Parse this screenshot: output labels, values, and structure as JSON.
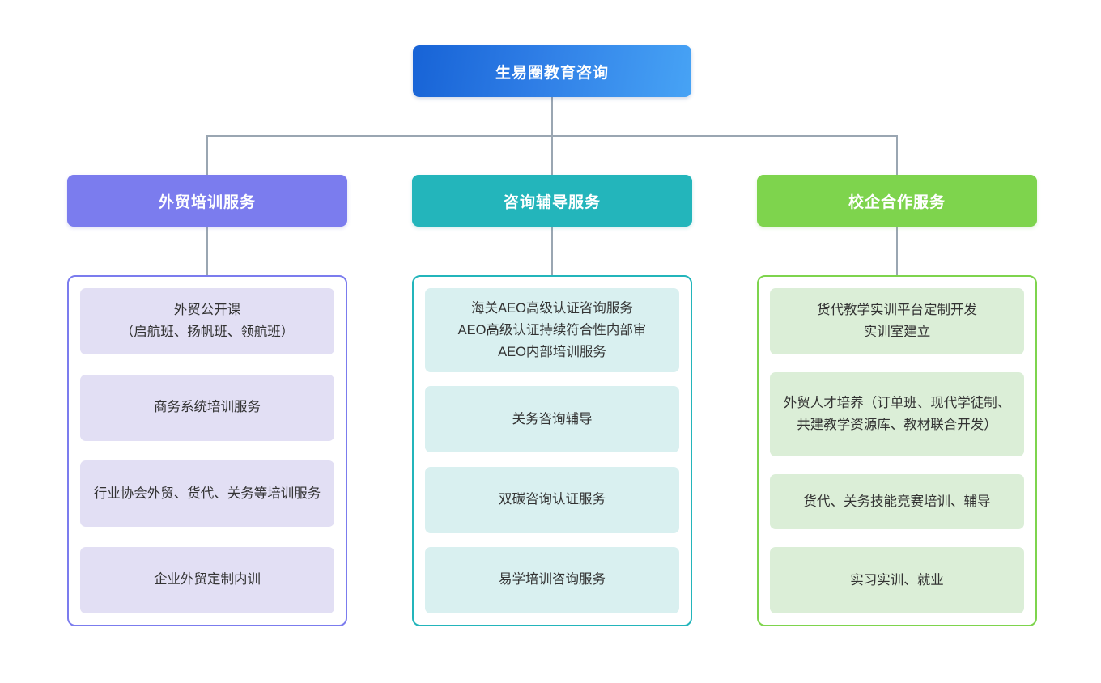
{
  "diagram": {
    "type": "org-chart",
    "orientation": "top-down",
    "levels": 3,
    "root": {
      "label": "生易圈教育咨询",
      "color": "#2f7ee6"
    },
    "connector_color": "#9aa6b2",
    "branches": [
      {
        "id": "branch-a",
        "label": "外贸培训服务",
        "header_color": "#7b7cee",
        "border_color": "#7b7cee",
        "item_color": "#e2dff4",
        "items": [
          "外贸公开课\n（启航班、扬帆班、领航班）",
          "商务系统培训服务",
          "行业协会外贸、货代、关务等培训服务",
          "企业外贸定制内训"
        ]
      },
      {
        "id": "branch-b",
        "label": "咨询辅导服务",
        "header_color": "#23b5bb",
        "border_color": "#23b5bb",
        "item_color": "#d9f0f0",
        "items": [
          "海关AEO高级认证咨询服务\nAEO高级认证持续符合性内部审\nAEO内部培训服务",
          "关务咨询辅导",
          "双碳咨询认证服务",
          "易学培训咨询服务"
        ]
      },
      {
        "id": "branch-c",
        "label": "校企合作服务",
        "header_color": "#7ed44d",
        "border_color": "#7ed44d",
        "item_color": "#dbeed7",
        "items": [
          "货代教学实训平台定制开发\n实训室建立",
          "外贸人才培养（订单班、现代学徒制、共建教学资源库、教材联合开发）",
          "货代、关务技能竞赛培训、辅导",
          "实习实训、就业"
        ]
      }
    ]
  }
}
